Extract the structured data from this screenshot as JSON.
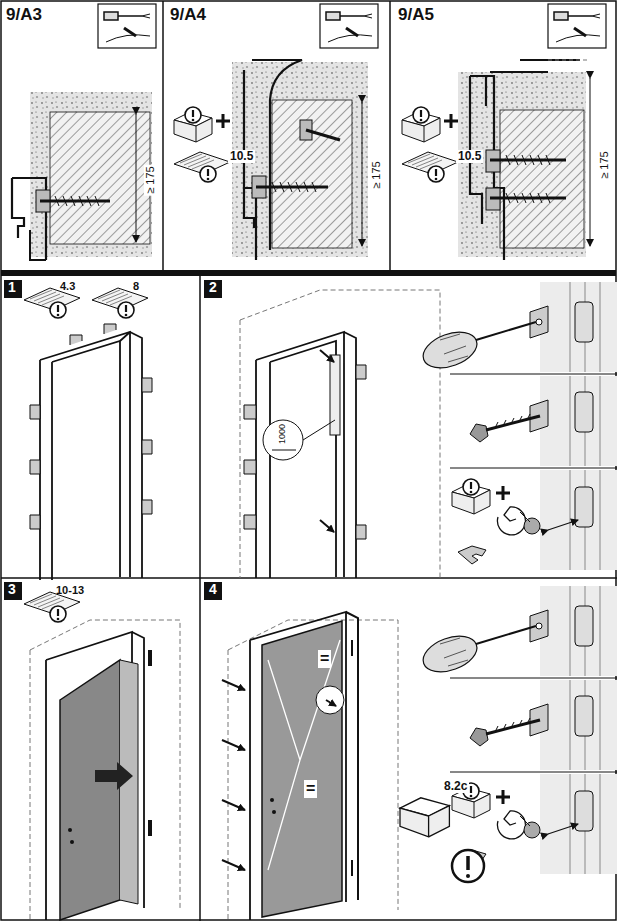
{
  "diagram": {
    "labels": [
      "9/A3",
      "≥ 175",
      "9/A4",
      "10.5",
      "≥ 175",
      "9/A5",
      "10.5",
      "≥ 175",
      "1",
      "4.3",
      "8",
      "2",
      "1000",
      "3",
      "10-13",
      "4",
      "=",
      "=",
      "8.2c"
    ]
  }
}
